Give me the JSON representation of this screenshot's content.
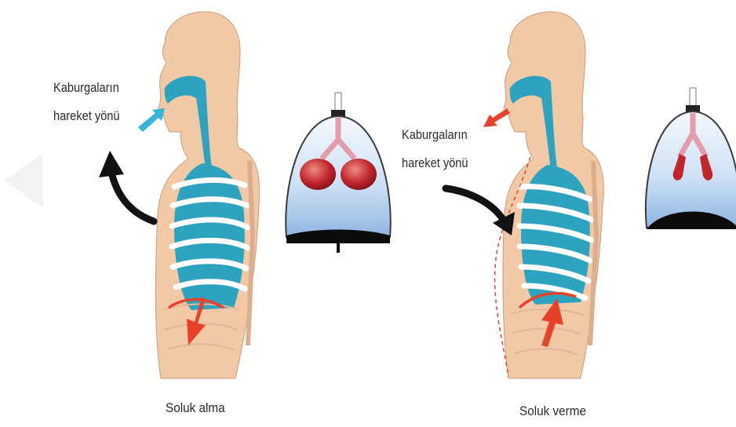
{
  "inhale": {
    "label_line1": "Kaburgaların",
    "label_line2": "hareket yönü",
    "caption": "Soluk alma"
  },
  "exhale": {
    "label_line1": "Kaburgaların",
    "label_line2": "hareket yönü",
    "caption": "Soluk verme"
  },
  "colors": {
    "skin": "#f2c9a6",
    "airway": "#2ea3c0",
    "rib": "#ffffff",
    "arrow_red": "#e8412b",
    "arrow_blue": "#33b4d6",
    "arrow_black": "#111111",
    "lung": "#c0272d",
    "jar_glass": "#cfe2f5"
  }
}
